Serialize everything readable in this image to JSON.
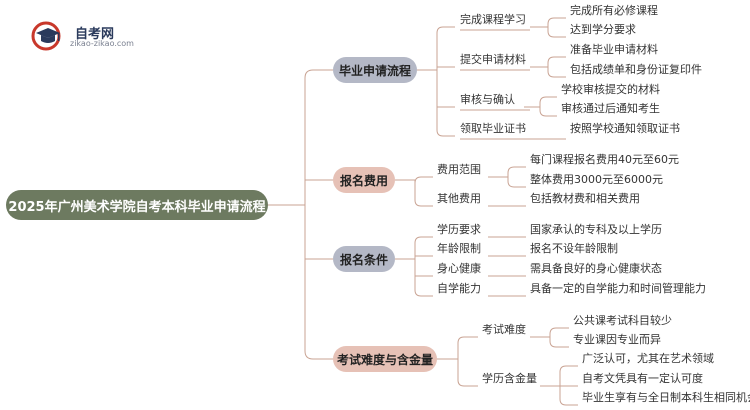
{
  "logo": {
    "title": "自考网",
    "subtitle": "zikao-zikao.com"
  },
  "root": "2025年广州美术学院自考本科毕业申请流程",
  "branches": [
    {
      "label": "毕业申请流程",
      "children": [
        {
          "label": "完成课程学习",
          "leaves": [
            "完成所有必修课程",
            "达到学分要求"
          ]
        },
        {
          "label": "提交申请材料",
          "leaves": [
            "准备毕业申请材料",
            "包括成绩单和身份证复印件"
          ]
        },
        {
          "label": "审核与确认",
          "leaves": [
            "学校审核提交的材料",
            "审核通过后通知考生"
          ]
        },
        {
          "label": "领取毕业证书",
          "leaves": [
            "按照学校通知领取证书"
          ]
        }
      ]
    },
    {
      "label": "报名费用",
      "children": [
        {
          "label": "费用范围",
          "leaves": [
            "每门课程报名费用40元至60元",
            "整体费用3000元至6000元"
          ]
        },
        {
          "label": "其他费用",
          "leaves": [
            "包括教材费和相关费用"
          ]
        }
      ]
    },
    {
      "label": "报名条件",
      "children": [
        {
          "label": "学历要求",
          "leaves": [
            "国家承认的专科及以上学历"
          ]
        },
        {
          "label": "年龄限制",
          "leaves": [
            "报名不设年龄限制"
          ]
        },
        {
          "label": "身心健康",
          "leaves": [
            "需具备良好的身心健康状态"
          ]
        },
        {
          "label": "自学能力",
          "leaves": [
            "具备一定的自学能力和时间管理能力"
          ]
        }
      ]
    },
    {
      "label": "考试难度与含金量",
      "children": [
        {
          "label": "考试难度",
          "leaves": [
            "公共课考试科目较少",
            "专业课因专业而异"
          ]
        },
        {
          "label": "学历含金量",
          "leaves": [
            "广泛认可，尤其在艺术领域",
            "自考文凭具有一定认可度",
            "毕业生享有与全日制本科生相同机会"
          ]
        }
      ]
    }
  ],
  "colors": {
    "root_bg": "#6d7a60",
    "branch_blue": "#b4b8c6",
    "branch_peach": "#e6c1b6",
    "line": "#c9a393",
    "logo_red": "#c8382b",
    "logo_navy": "#2a3a5c"
  }
}
